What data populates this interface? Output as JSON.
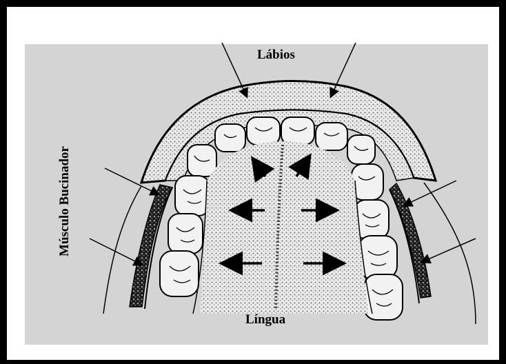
{
  "labels": {
    "top": "Lábios",
    "bottom": "Língua",
    "side": "Músculo Bucinador"
  },
  "colors": {
    "frame": "#000000",
    "panel": "#d4d4d4",
    "stipple": "#555555"
  }
}
